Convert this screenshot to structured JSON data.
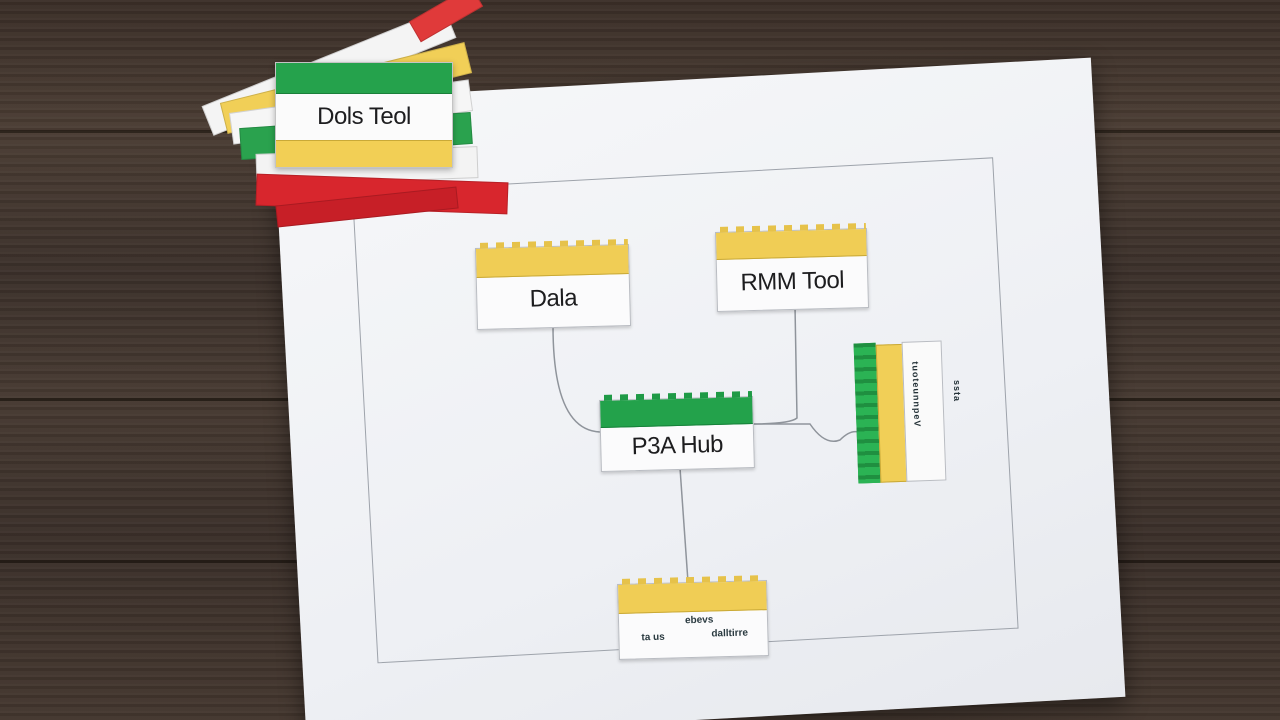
{
  "stack_card": {
    "label": "Dols Teol"
  },
  "blocks": {
    "data": {
      "label": "Dala"
    },
    "rmm": {
      "label": "RMM Tool"
    },
    "hub": {
      "label": "P3A Hub"
    },
    "bottom": {
      "line1": "ebevs",
      "line2": "dalltirre",
      "left": "ta us"
    }
  },
  "side_block": {
    "text_a": "tuoteunnpeV",
    "text_b": "ssta"
  },
  "colors": {
    "green": "#23a24b",
    "yellow": "#f0cd55",
    "red": "#d8262d",
    "paper": "#eef0f4",
    "wood": "#3f332b"
  }
}
